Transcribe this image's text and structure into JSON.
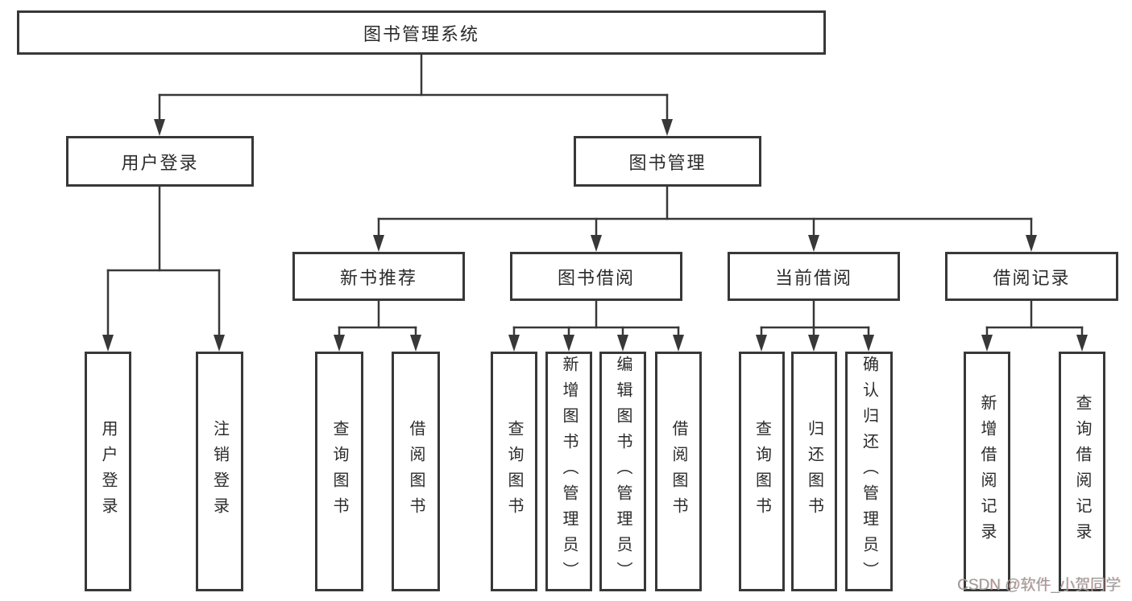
{
  "nodes": {
    "root": "图书管理系统",
    "user_login": "用户登录",
    "book_mgmt": "图书管理",
    "new_book_rec": "新书推荐",
    "book_borrow": "图书借阅",
    "current_borrow": "当前借阅",
    "borrow_records": "借阅记录",
    "leaf_user_login": "用户登录",
    "leaf_logout": "注销登录",
    "leaf_nbr_query_book": "查询图书",
    "leaf_nbr_borrow_book": "借阅图书",
    "leaf_bb_query_book": "查询图书",
    "leaf_bb_add_book": "新增图书（管理员）",
    "leaf_bb_edit_book": "编辑图书（管理员）",
    "leaf_bb_borrow_book": "借阅图书",
    "leaf_cb_query_book": "查询图书",
    "leaf_cb_return_book": "归还图书",
    "leaf_cb_confirm_return": "确认归还（管理员）",
    "leaf_br_add_record": "新增借阅记录",
    "leaf_br_query_record": "查询借阅记录"
  },
  "watermark": "CSDN @软件_小贺同学",
  "colors": {
    "line": "#383838",
    "text": "#2b2b2b",
    "watermark": "#9b9b9b",
    "background": "#ffffff"
  }
}
